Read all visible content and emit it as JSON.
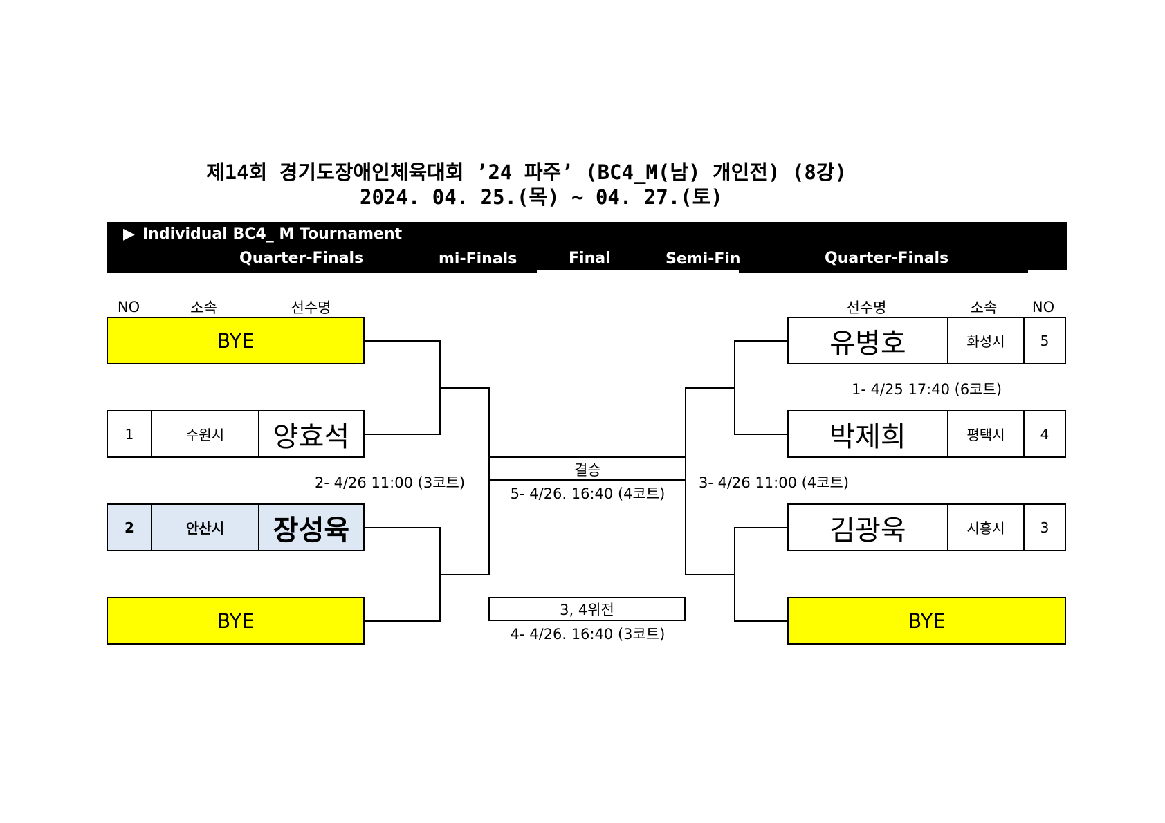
{
  "title": {
    "line1": "제14회 경기도장애인체육대회 ’24 파주’ (BC4_M(남) 개인전) (8강)",
    "line2": "2024. 04. 25.(목) ~ 04. 27.(토)"
  },
  "banner": {
    "arrow": "▶",
    "heading": "Individual BC4_ M Tournament",
    "rounds": {
      "left_qf": "Quarter-Finals",
      "left_sf": "mi-Finals",
      "final": "Final",
      "right_sf": "Semi-Fin",
      "right_qf": "Quarter-Finals"
    }
  },
  "headers": {
    "no": "NO",
    "affiliation": "소속",
    "player": "선수명"
  },
  "left": {
    "slot1": {
      "label": "BYE"
    },
    "slot2": {
      "no": "1",
      "affiliation": "수원시",
      "player": "양효석"
    },
    "slot3": {
      "no": "2",
      "affiliation": "안산시",
      "player": "장성육"
    },
    "slot4": {
      "label": "BYE"
    }
  },
  "right": {
    "slot1": {
      "no": "5",
      "affiliation": "화성시",
      "player": "유병호"
    },
    "slot2": {
      "no": "4",
      "affiliation": "평택시",
      "player": "박제희"
    },
    "slot3": {
      "no": "3",
      "affiliation": "시흥시",
      "player": "김광욱"
    },
    "slot4": {
      "label": "BYE"
    }
  },
  "matches": {
    "m1": "1- 4/25 17:40 (6코트)",
    "m2": "2- 4/26 11:00 (3코트)",
    "m3": "3- 4/26 11:00 (4코트)",
    "final_label": "결승",
    "m5": "5- 4/26. 16:40 (4코트)",
    "third_label": "3, 4위전",
    "m4": "4- 4/26. 16:40 (3코트)"
  },
  "colors": {
    "bye": "#ffff00",
    "highlight": "#dde8f4",
    "banner": "#000000"
  }
}
